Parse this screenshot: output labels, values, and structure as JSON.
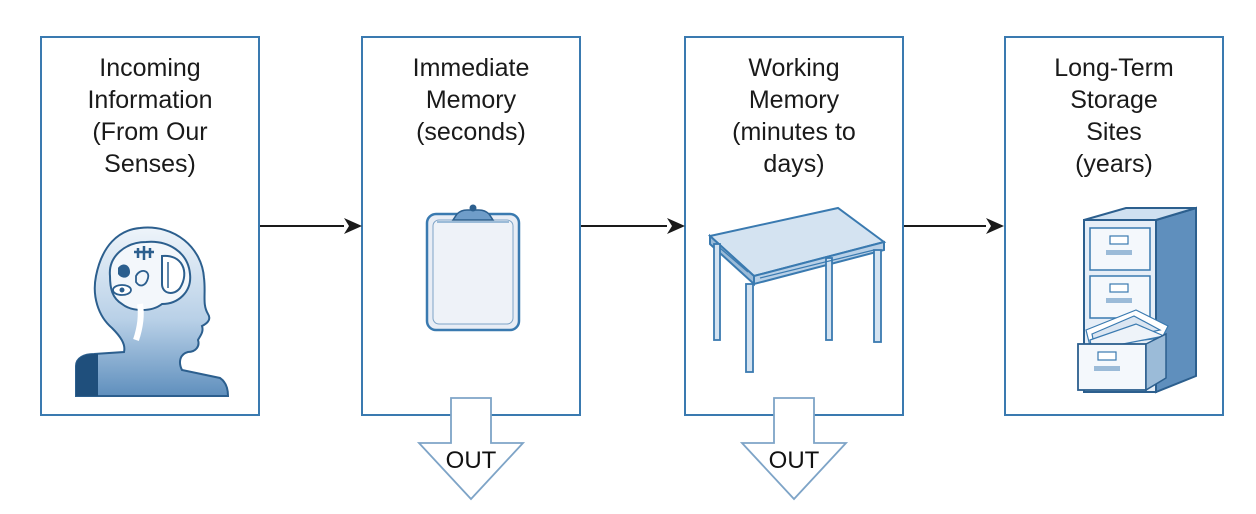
{
  "diagram": {
    "stages": [
      {
        "lines": [
          "Incoming",
          "Information",
          "(From Our",
          "Senses)"
        ],
        "icon": "head-with-senses-icon"
      },
      {
        "lines": [
          "Immediate",
          "Memory",
          "(seconds)"
        ],
        "icon": "clipboard-icon"
      },
      {
        "lines": [
          "Working",
          "Memory",
          "(minutes to",
          "days)"
        ],
        "icon": "desk-icon"
      },
      {
        "lines": [
          "Long-Term",
          "Storage",
          "Sites",
          "(years)"
        ],
        "icon": "filing-cabinet-icon"
      }
    ],
    "outputs": [
      {
        "label": "OUT"
      },
      {
        "label": "OUT"
      }
    ],
    "colors": {
      "border": "#3a7ab0",
      "fill_light": "#dde8f3",
      "fill_mid": "#a9c6e1",
      "fill_dark": "#2c5f8e",
      "arrow": "#1a1a1a"
    }
  }
}
